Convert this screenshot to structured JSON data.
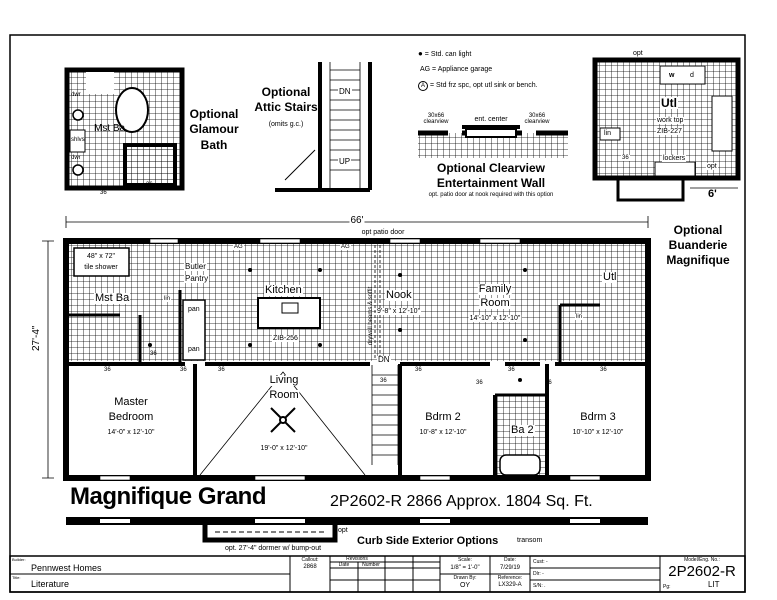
{
  "legend": {
    "can_light": "= Std. can light",
    "ag": "AG = Appliance garage",
    "a_symbol": "A",
    "a_note": "= Std frz spc, opt utl sink or bench."
  },
  "options": {
    "glamour_bath": {
      "title_1": "Optional",
      "title_2": "Glamour",
      "title_3": "Bath",
      "room": "Mst Ba",
      "dwr1": "dwr",
      "dwr2": "dwr",
      "shlvs": "shlvs",
      "d1": "36",
      "d2": "36"
    },
    "attic_stairs": {
      "title_1": "Optional",
      "title_2": "Attic Stairs",
      "note": "(omits g.c.)",
      "dn": "DN",
      "up": "UP"
    },
    "clearview": {
      "left": "30x66 clearview",
      "center": "ent. center",
      "right": "30x66 clearview",
      "title_1": "Optional Clearview",
      "title_2": "Entertainment Wall",
      "note": "opt. patio door at nook required with this option"
    },
    "buanderie": {
      "opt_top": "opt",
      "w": "w",
      "d": "d",
      "room": "Utl",
      "work": "work top",
      "zib": "ZIB-227",
      "lin": "lin",
      "door": "36",
      "lockers": "lockers",
      "opt_right": "opt",
      "dim": "6'",
      "title_1": "Optional",
      "title_2": "Buanderie",
      "title_3": "Magnifique"
    }
  },
  "plan": {
    "width_dim": "66'",
    "depth_dim": "27'-4\"",
    "patio": "opt patio door",
    "shower": "48\" x 72\"",
    "shower2": "tile shower",
    "mst_ba": "Mst Ba",
    "butler": "Butler",
    "pantry": "Pantry",
    "pan1": "pan",
    "pan2": "pan",
    "lin": "lin",
    "ag1": "AG",
    "ag2": "AG",
    "kitchen": "Kitchen",
    "zib": "ZIB-256",
    "beams": "drywall beams & soffit",
    "nook": "Nook",
    "nook_dim": "9'-8\" x 12'-10\"",
    "family": "Family",
    "family2": "Room",
    "family_dim": "14'-10\" x 12'-10\"",
    "utl": "Utl",
    "utl_lin": "lin",
    "master": "Master",
    "master2": "Bedroom",
    "master_dim": "14'-0\" x 12'-10\"",
    "living": "Living",
    "living2": "Room",
    "living_dim": "19'-0\" x 12'-10\"",
    "bdrm2": "Bdrm 2",
    "bdrm2_dim": "10'-8\" x 12'-10\"",
    "ba2": "Ba 2",
    "bdrm3": "Bdrm 3",
    "bdrm3_dim": "10'-10\" x 12'-10\"",
    "dn": "DN",
    "doors": [
      "36",
      "36",
      "36",
      "36",
      "36",
      "36",
      "36",
      "36",
      "36",
      "36"
    ]
  },
  "headline": {
    "name": "Magnifique Grand",
    "model": "2P2602-R 2866",
    "sqft": "Approx. 1804 Sq. Ft."
  },
  "exterior": {
    "dormer": "opt. 27'-4\" dormer w/ bump-out",
    "opt": "opt",
    "title": "Curb Side Exterior Options",
    "transom": "transom"
  },
  "title_block": {
    "builder_label": "Builder:",
    "builder": "Pennwest Homes",
    "title_label": "Title:",
    "title": "Literature",
    "callout_label": "Callout:",
    "callout": "2868",
    "revisions": "Revisions",
    "rev_date": "Date",
    "rev_number": "Number",
    "scale_label": "Scale:",
    "scale": "1/8\" = 1'-0\"",
    "date_label": "Date:",
    "date": "7/29/19",
    "drawn_label": "Drawn By:",
    "drawn": "OY",
    "ref_label": "Reference:",
    "ref": "LX329-A",
    "cust": "Cust: -",
    "dlr": "Dlr: -",
    "sn": "S/N: .",
    "model_label": "Model/Eng. No.:",
    "model": "2P2602-R",
    "pg_label": "Pg:",
    "pg": "LIT"
  }
}
